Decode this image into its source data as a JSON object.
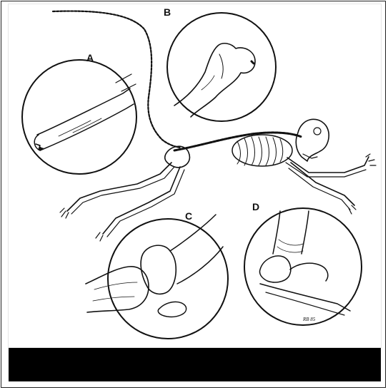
{
  "figure": {
    "panel_labels": {
      "a": "A",
      "b": "B",
      "c": "C",
      "d": "D"
    },
    "signature": "RB 85"
  },
  "colors": {
    "ink": "#111111",
    "background": "#ffffff",
    "bottom_band": "#000000"
  }
}
